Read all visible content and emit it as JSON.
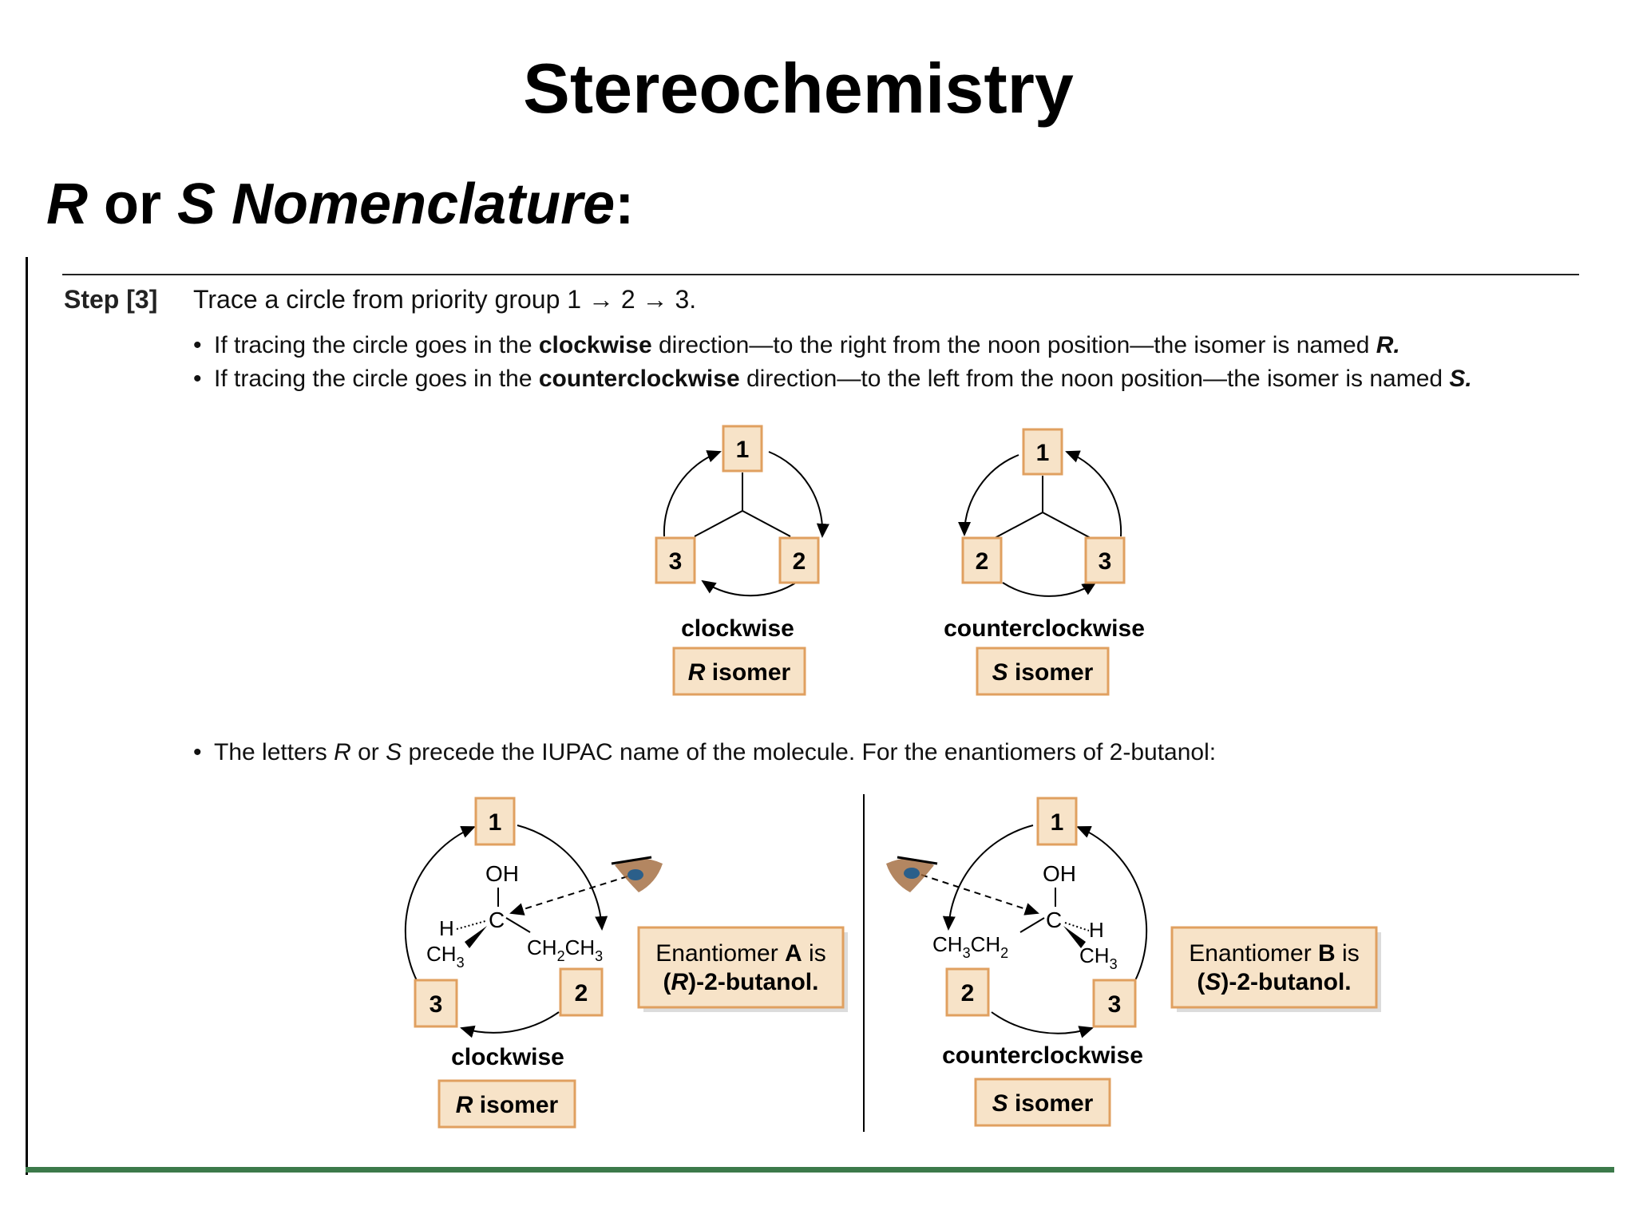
{
  "title": "Stereochemistry",
  "subtitle": {
    "r": "R",
    "or": " or ",
    "s": "S",
    "rest": " Nomenclature",
    "colon": ":"
  },
  "step": {
    "label": "Step [3]",
    "text": "Trace a circle from priority group 1 → 2 → 3."
  },
  "bullets": {
    "b1": {
      "pre": "If tracing the circle goes in the ",
      "bold": "clockwise",
      "post": " direction—to the right from the noon position—the isomer is named ",
      "end": "R."
    },
    "b2": {
      "pre": "If tracing the circle goes in the ",
      "bold": "counterclockwise",
      "post": " direction—to the left from the noon position—the isomer is named ",
      "end": "S."
    },
    "b3": {
      "pre": "The letters ",
      "r": "R",
      "mid": " or ",
      "s": "S",
      "post": " precede the IUPAC name of the molecule. For the enantiomers of 2-butanol:"
    }
  },
  "general": {
    "left": {
      "top": "1",
      "right": "2",
      "left": "3",
      "direction": "clockwise",
      "letter": "R",
      "isomer": " isomer"
    },
    "right": {
      "top": "1",
      "left": "2",
      "right": "3",
      "direction": "counterclockwise",
      "letter": "S",
      "isomer": " isomer"
    }
  },
  "butanol": {
    "a": {
      "top": "1",
      "right": "2",
      "left": "3",
      "oh": "OH",
      "c": "C",
      "h": "H",
      "ch3": "CH",
      "ch3_sub": "3",
      "ethyl_a": "CH",
      "ethyl_sub1": "2",
      "ethyl_b": "CH",
      "ethyl_sub2": "3",
      "direction": "clockwise",
      "letter": "R",
      "isomer": " isomer",
      "box_line1_pre": "Enantiomer ",
      "box_line1_bold": "A",
      "box_line1_post": " is",
      "box_line2_a": "(",
      "box_line2_letter": "R",
      "box_line2_b": ")-2-butanol."
    },
    "b": {
      "top": "1",
      "left": "2",
      "right": "3",
      "oh": "OH",
      "c": "C",
      "h": "H",
      "ch3": "CH",
      "ch3_sub": "3",
      "ethyl_a": "CH",
      "ethyl_sub1": "3",
      "ethyl_b": "CH",
      "ethyl_sub2": "2",
      "direction": "counterclockwise",
      "letter": "S",
      "isomer": " isomer",
      "box_line1_pre": "Enantiomer ",
      "box_line1_bold": "B",
      "box_line1_post": " is",
      "box_line2_a": "(",
      "box_line2_letter": "S",
      "box_line2_b": ")-2-butanol."
    }
  },
  "colors": {
    "box_fill": "#f7e3c8",
    "box_stroke": "#e0a060",
    "rule_green": "#3c7a4a",
    "eye_brown": "#a0683a"
  }
}
